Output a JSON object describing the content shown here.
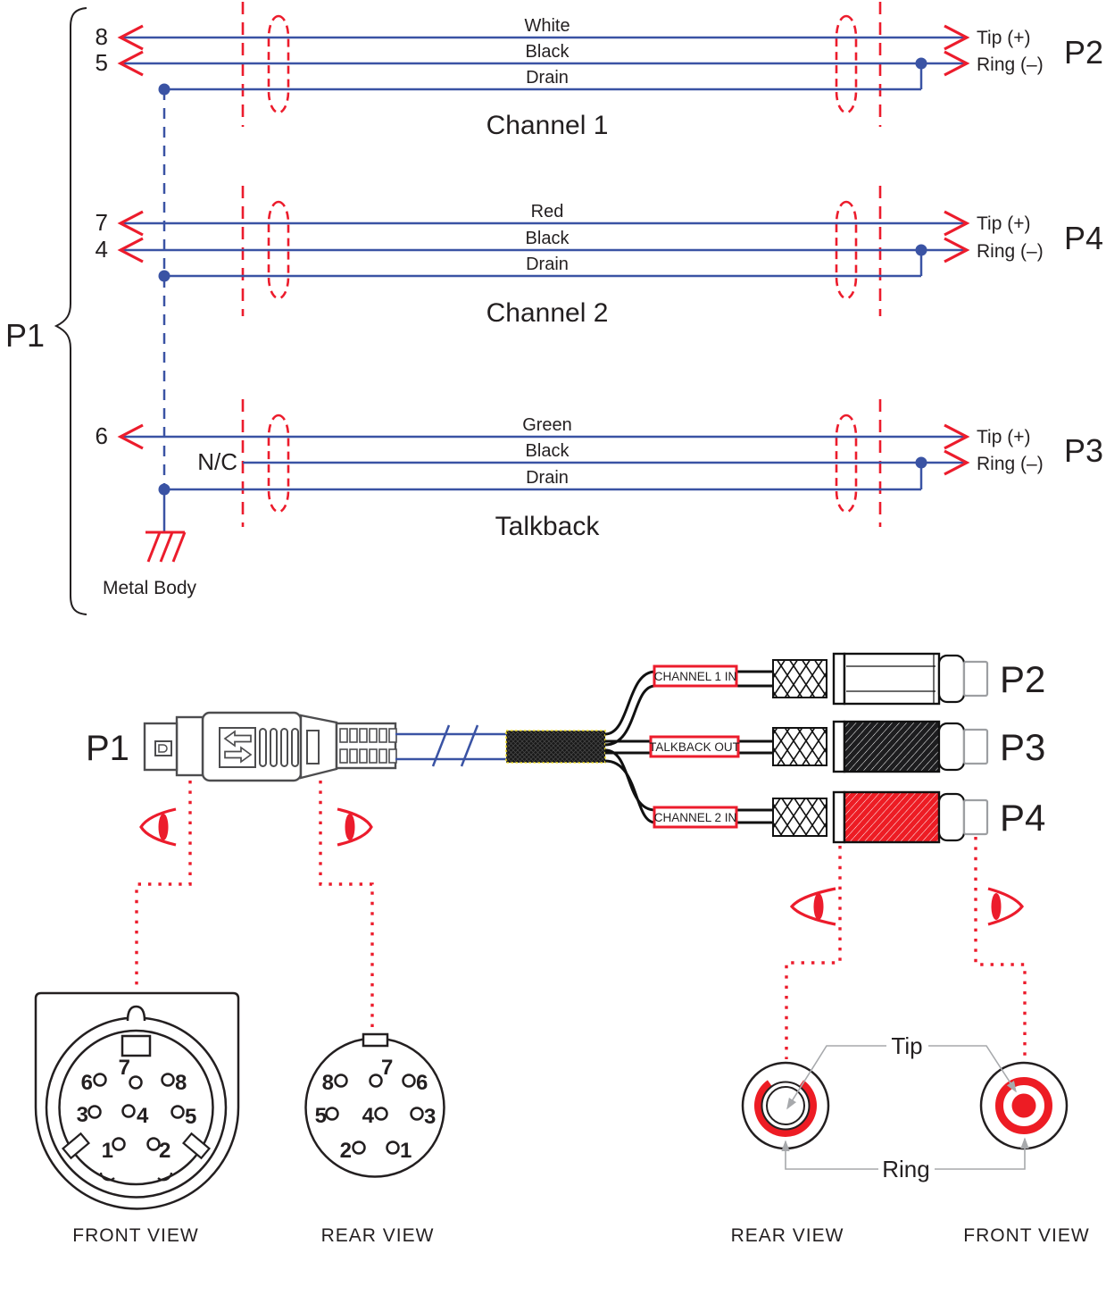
{
  "colors": {
    "wire_blue": "#3a53a4",
    "accent_red": "#ec1c2c",
    "rca_red": "#ed1c24",
    "body_black": "#1d1d1f",
    "outline_gray": "#4d4d4f",
    "leader_gray": "#a7a9ac",
    "braid_yellow": "#f3df2a"
  },
  "schematic": {
    "p1_label": "P1",
    "nc_label": "N/C",
    "metal_body_label": "Metal Body",
    "channels": [
      {
        "title": "Channel 1",
        "left_pins": [
          "8",
          "5"
        ],
        "wires": [
          "White",
          "Black",
          "Drain"
        ],
        "tip_label": "Tip (+)",
        "ring_label": "Ring (–)",
        "connector": "P2"
      },
      {
        "title": "Channel 2",
        "left_pins": [
          "7",
          "4"
        ],
        "wires": [
          "Red",
          "Black",
          "Drain"
        ],
        "tip_label": "Tip (+)",
        "ring_label": "Ring (–)",
        "connector": "P4"
      },
      {
        "title": "Talkback",
        "left_pins": [
          "6"
        ],
        "wires": [
          "Green",
          "Black",
          "Drain"
        ],
        "tip_label": "Tip (+)",
        "ring_label": "Ring (–)",
        "connector": "P3"
      }
    ]
  },
  "cable": {
    "p1_label": "P1",
    "branches": [
      {
        "tag": "CHANNEL 1 IN",
        "connector": "P2"
      },
      {
        "tag": "TALKBACK OUT",
        "connector": "P3"
      },
      {
        "tag": "CHANNEL 2 IN",
        "connector": "P4"
      }
    ]
  },
  "din_views": {
    "front": {
      "label": "FRONT VIEW",
      "pins": [
        "6",
        "7",
        "8",
        "3",
        "4",
        "5",
        "1",
        "2"
      ]
    },
    "rear": {
      "label": "REAR VIEW",
      "pins": [
        "8",
        "7",
        "6",
        "5",
        "4",
        "3",
        "2",
        "1"
      ]
    }
  },
  "rca_views": {
    "tip_label": "Tip",
    "ring_label": "Ring",
    "rear_label": "REAR VIEW",
    "front_label": "FRONT VIEW"
  }
}
